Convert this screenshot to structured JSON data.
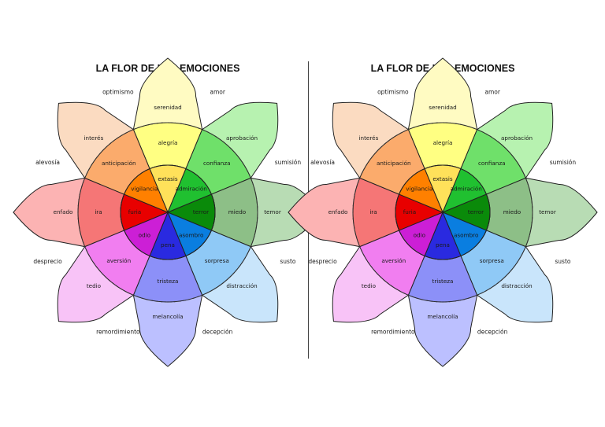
{
  "title": "LA FLOR DE LAS EMOCIONES",
  "petals": [
    {
      "id": "north",
      "colors": [
        "#fffbc2",
        "#ffff82",
        "#ffe15a"
      ],
      "labels": [
        "serenidad",
        "alegría",
        "extasis"
      ]
    },
    {
      "id": "northeast",
      "colors": [
        "#b7f2b0",
        "#6fe06a",
        "#20c030"
      ],
      "labels": [
        "aprobación",
        "confianza",
        "admiración"
      ]
    },
    {
      "id": "east",
      "colors": [
        "#b8dcb4",
        "#8dbf87",
        "#0a8a0a"
      ],
      "labels": [
        "temor",
        "miedo",
        "terror"
      ]
    },
    {
      "id": "southeast",
      "colors": [
        "#c9e5fb",
        "#8fc9f6",
        "#0a7ee0"
      ],
      "labels": [
        "distracción",
        "sorpresa",
        "asombro"
      ]
    },
    {
      "id": "south",
      "colors": [
        "#bcc0ff",
        "#8c90f8",
        "#2a2ae0"
      ],
      "labels": [
        "melancolía",
        "tristeza",
        "pena"
      ]
    },
    {
      "id": "southwest",
      "colors": [
        "#f8c3f7",
        "#f17ef0",
        "#cc1fd6"
      ],
      "labels": [
        "tedio",
        "aversión",
        "odio"
      ]
    },
    {
      "id": "west",
      "colors": [
        "#fcb3b3",
        "#f57676",
        "#e80000"
      ],
      "labels": [
        "enfado",
        "ira",
        "furia"
      ]
    },
    {
      "id": "northwest",
      "colors": [
        "#fbdbc1",
        "#fbab6c",
        "#ff8000"
      ],
      "labels": [
        "interés",
        "anticipación",
        "vigilancia"
      ]
    }
  ],
  "dyads": [
    "amor",
    "sumisión",
    "susto",
    "decepción",
    "remordimiento",
    "desprecio",
    "alevosía",
    "optimismo"
  ]
}
